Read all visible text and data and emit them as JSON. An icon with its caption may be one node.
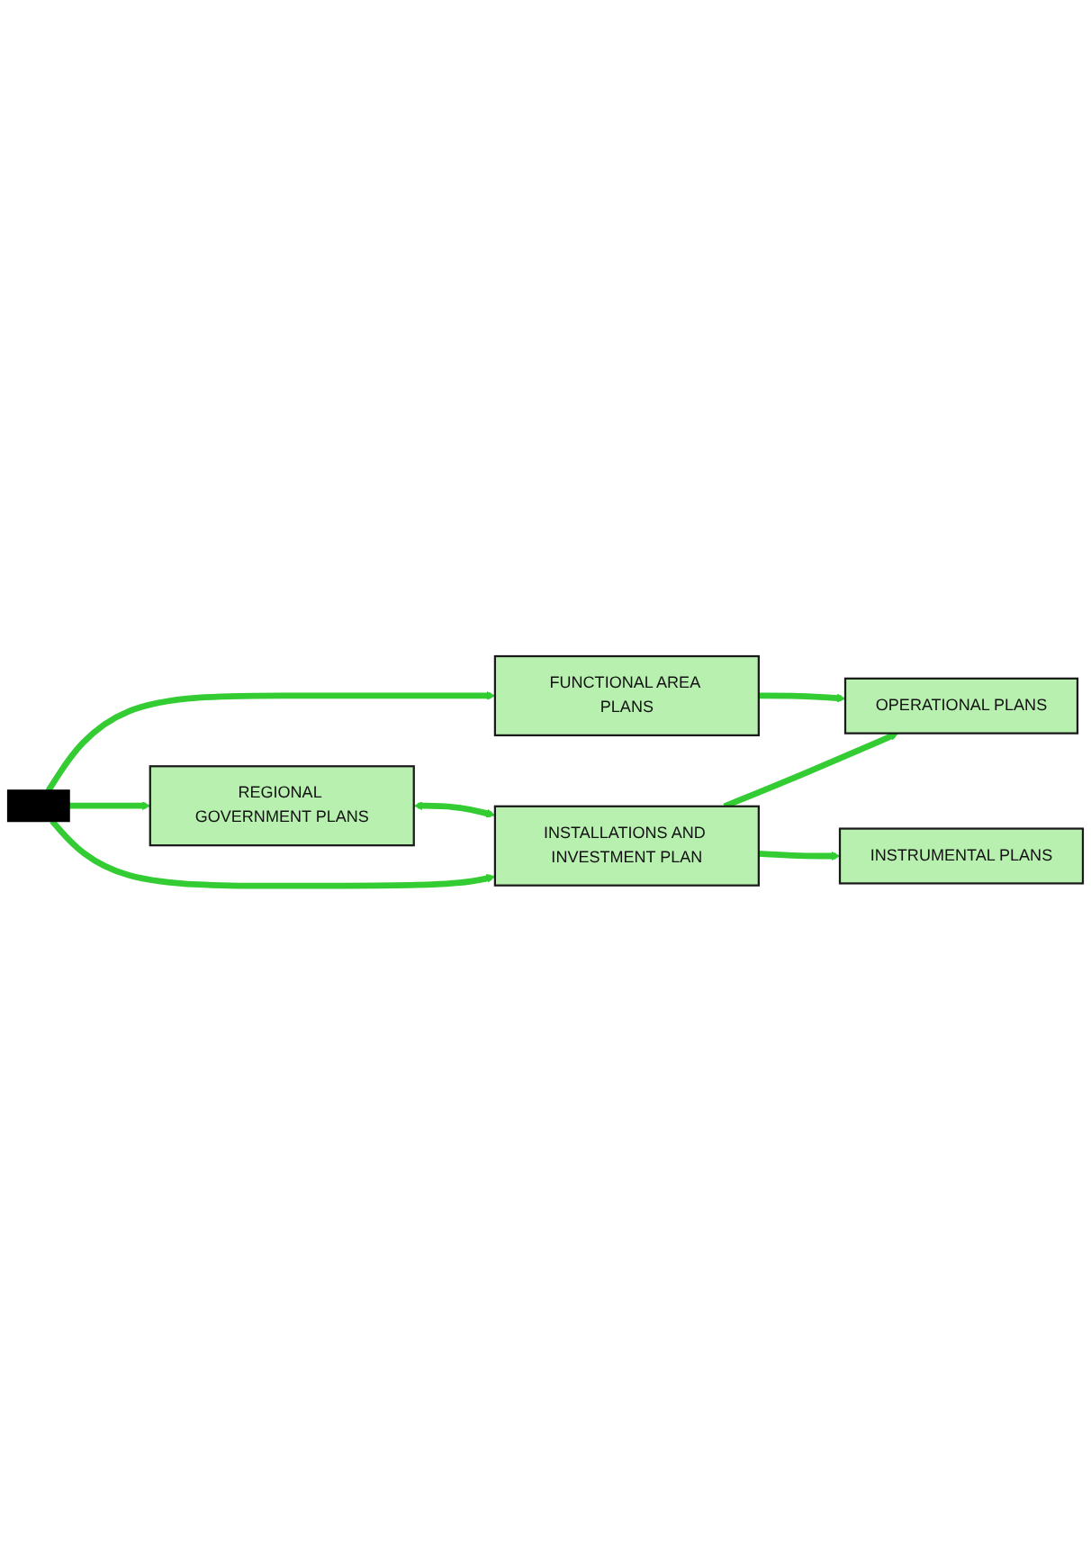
{
  "diagram": {
    "nodes": [
      {
        "text": [],
        "shape": "bar"
      },
      {
        "text": [
          "FUNCTIONAL AREA PLANS"
        ]
      },
      {
        "text": [
          "OPERATIONAL PLANS"
        ]
      },
      {
        "text": [
          "REGIONAL GOVERNMENT PLANS"
        ]
      },
      {
        "text": [
          "INSTALLATIONS AND INVESTMENT PLAN"
        ]
      },
      {
        "text": [
          "INSTRUMENTAL PLANS"
        ]
      }
    ],
    "edges": [
      {
        "from": 0,
        "to": 1,
        "arrow": "to"
      },
      {
        "from": 1,
        "to": 2,
        "arrow": "to"
      },
      {
        "from": 0,
        "to": 3,
        "arrow": "to"
      },
      {
        "from": 3,
        "to": 4,
        "arrow": "both"
      },
      {
        "from": 0,
        "to": 4,
        "arrow": "to"
      },
      {
        "from": 4,
        "to": 2,
        "arrow": "to"
      },
      {
        "from": 4,
        "to": 5,
        "arrow": "to"
      }
    ]
  }
}
